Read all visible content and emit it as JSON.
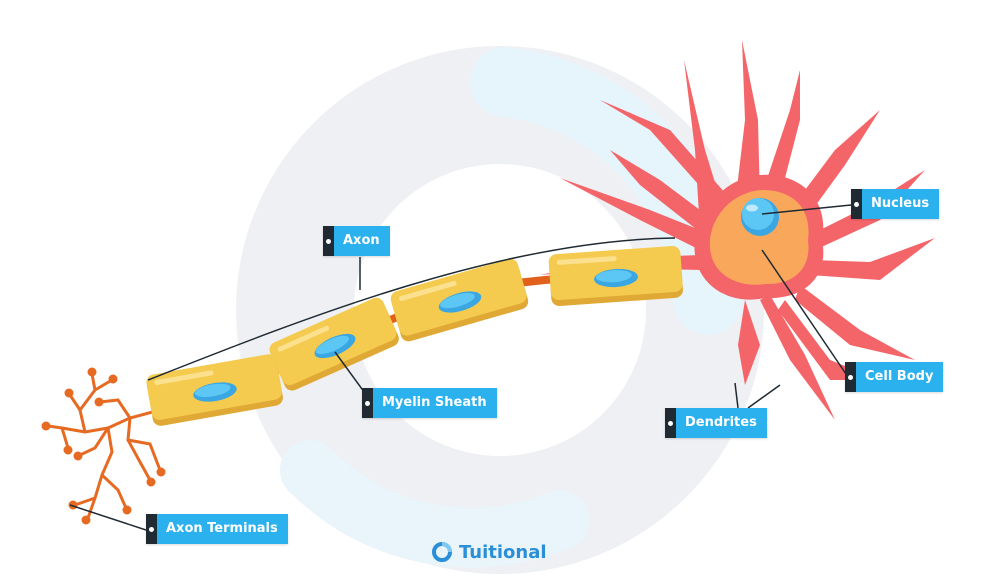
{
  "labels": {
    "axon": "Axon",
    "nucleus": "Nucleus",
    "cell_body": "Cell Body",
    "myelin_sheath": "Myelin Sheath",
    "dendrites": "Dendrites",
    "axon_terminals": "Axon Terminals"
  },
  "brand": {
    "name": "Tuitional",
    "color": "#2a8fd6"
  },
  "colors": {
    "label_fill": "#2bb1ee",
    "label_pin": "#1f2a33",
    "neuron_body": "#f4656a",
    "cell_center": "#f8a75b",
    "myelin": "#f4cb4f",
    "axon_core": "#e0601c",
    "nucleus": "#5cc6f4",
    "terminals": "#e66a22"
  }
}
